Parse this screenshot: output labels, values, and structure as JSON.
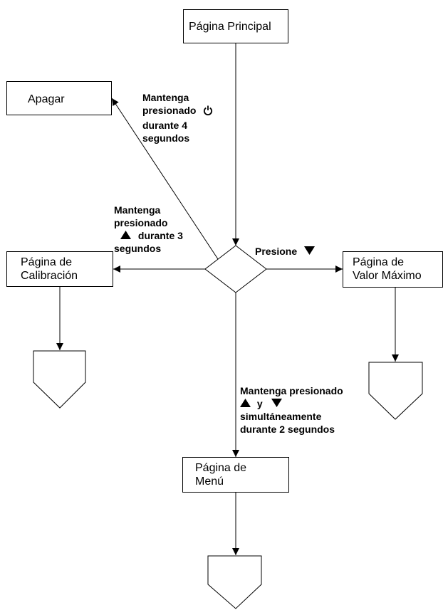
{
  "nodes": {
    "main": "Página Principal",
    "apagar": "Apagar",
    "calibracion": [
      "Página de",
      "Calibración"
    ],
    "valor_maximo": [
      "Página de",
      "Valor Máximo"
    ],
    "menu": [
      "Página de",
      "Menú"
    ]
  },
  "edge_labels": {
    "apagar": [
      "Mantenga",
      "presionado",
      "durante 4",
      "segundos"
    ],
    "calibracion": [
      "Mantenga",
      "presionado",
      "durante 3",
      "segundos"
    ],
    "valor_maximo": [
      "Presione"
    ],
    "menu": [
      "Mantenga presionado",
      "y",
      "simultáneamente",
      "durante 2 segundos"
    ]
  },
  "icons": {
    "power": "power-icon",
    "up": "up-triangle-icon",
    "down": "down-triangle-icon"
  }
}
